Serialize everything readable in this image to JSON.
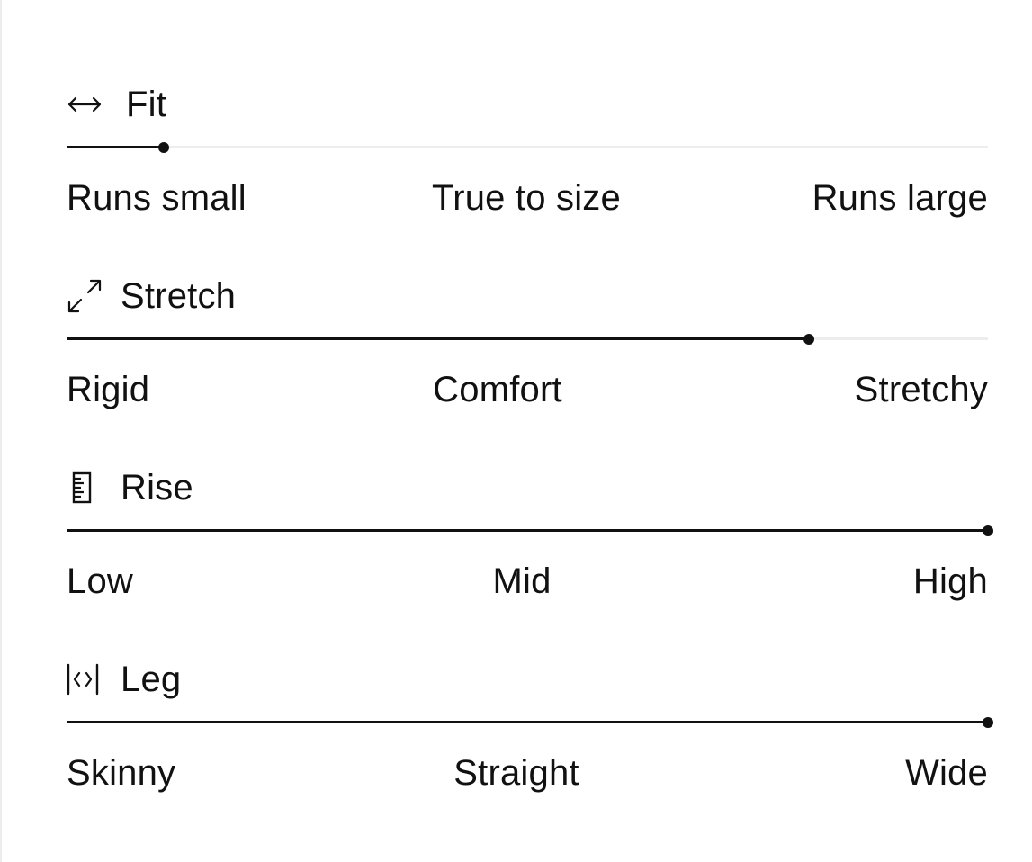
{
  "attributes": [
    {
      "label": "Fit",
      "icon": "horizontal-arrows-icon",
      "value_percent": 10.5,
      "scale": {
        "left": "Runs small",
        "mid": "True to size",
        "right": "Runs large"
      }
    },
    {
      "label": "Stretch",
      "icon": "expand-diagonal-icon",
      "value_percent": 80.6,
      "scale": {
        "left": "Rigid",
        "mid": "Comfort",
        "right": "Stretchy"
      }
    },
    {
      "label": "Rise",
      "icon": "ruler-icon",
      "value_percent": 100,
      "scale": {
        "left": "Low",
        "mid": "Mid",
        "right": "High"
      }
    },
    {
      "label": "Leg",
      "icon": "leg-width-icon",
      "value_percent": 100,
      "scale": {
        "left": "Skinny",
        "mid": "Straight",
        "right": "Wide"
      }
    }
  ],
  "colors": {
    "text": "#111111",
    "track": "#ededed",
    "fill": "#111111"
  }
}
